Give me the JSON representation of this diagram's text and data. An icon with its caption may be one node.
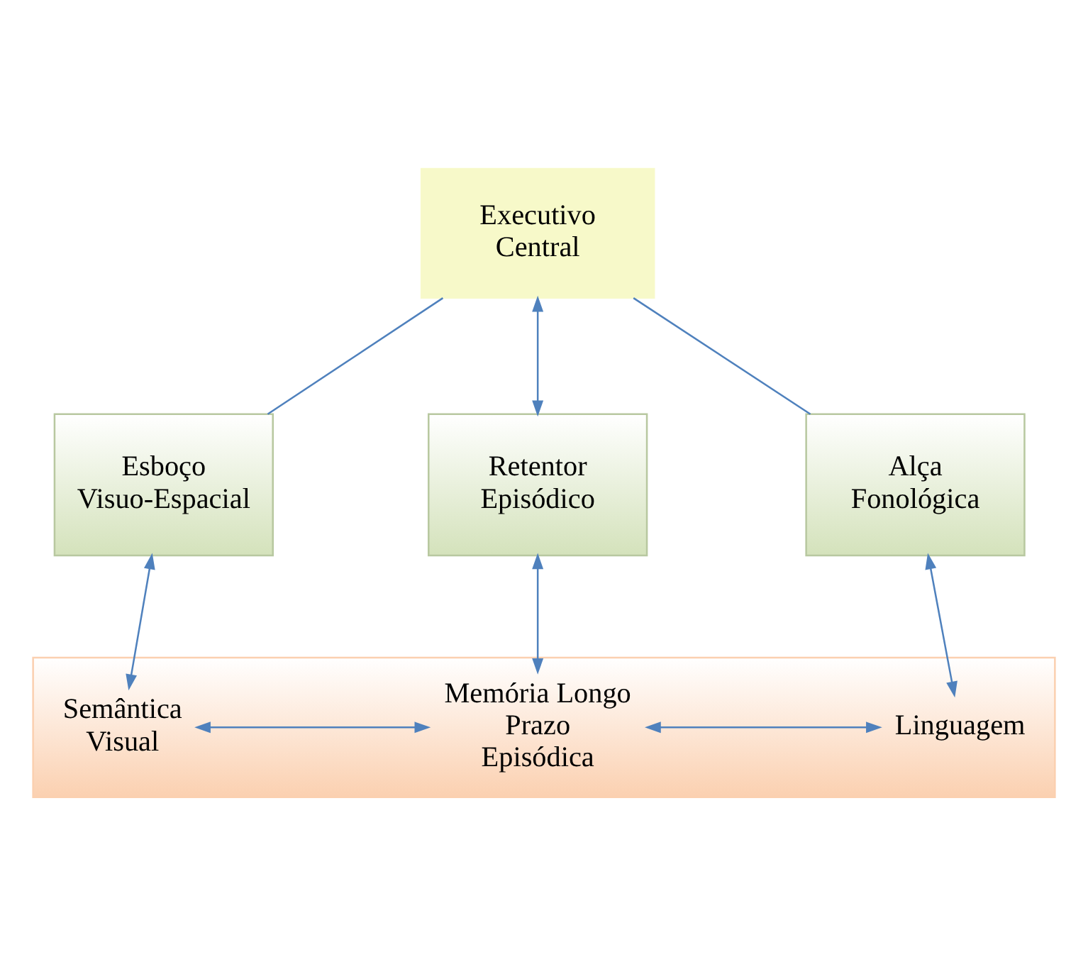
{
  "diagram": {
    "nodes": [
      {
        "text": [
          "Executivo Central"
        ]
      },
      {
        "text": [
          "Esboço Visuo-Espacial"
        ]
      },
      {
        "text": [
          "Retentor Episódico"
        ]
      },
      {
        "text": [
          "Alça Fonológica"
        ]
      },
      {
        "text": [],
        "shape": "bar"
      },
      {
        "text": [
          "Semântica Visual"
        ],
        "in": 4
      },
      {
        "text": [
          "Memória Longo Prazo Episódica"
        ],
        "in": 4
      },
      {
        "text": [
          "Linguagem"
        ],
        "in": 4
      }
    ],
    "edges": [
      {
        "from": 0,
        "to": 1,
        "arrow": "none"
      },
      {
        "from": 0,
        "to": 3,
        "arrow": "none"
      },
      {
        "from": 0,
        "to": 2,
        "arrow": "both"
      },
      {
        "from": 1,
        "to": 5,
        "arrow": "both"
      },
      {
        "from": 2,
        "to": 6,
        "arrow": "both"
      },
      {
        "from": 3,
        "to": 7,
        "arrow": "both"
      },
      {
        "from": 5,
        "to": 6,
        "arrow": "both"
      },
      {
        "from": 6,
        "to": 7,
        "arrow": "both"
      }
    ]
  }
}
